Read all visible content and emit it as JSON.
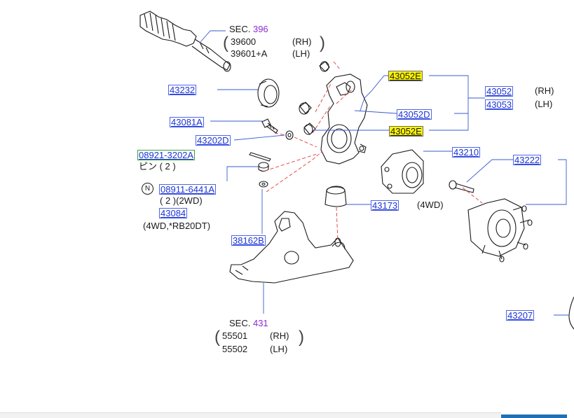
{
  "colors": {
    "part_link": "#1d33d6",
    "highlight": "#fff600",
    "sec_number": "#8e2bd1",
    "leader": "#3a5bd0",
    "dashed_leader": "#e23b3b"
  },
  "labels": {
    "sec396": {
      "prefix": "SEC.",
      "num": "396",
      "line1_part": "39600",
      "line1_side": "(RH)",
      "line2_part": "39601+A",
      "line2_side": "(LH)"
    },
    "sec431": {
      "prefix": "SEC.",
      "num": "431",
      "line1_part": "55501",
      "line1_side": "(RH)",
      "line2_part": "55502",
      "line2_side": "(LH)"
    },
    "pin_text": "ピン ( 2 )",
    "nut_qty": "( 2 )(2WD)",
    "nut_symbol": "N",
    "note_4wd_rb": "(4WD,*RB20DT)",
    "note_4wd": "(4WD)",
    "rh": "(RH)",
    "lh": "(LH)"
  },
  "parts": {
    "p43052E_top": "43052E",
    "p43052E_bottom": "43052E",
    "p43052D": "43052D",
    "p43052": "43052",
    "p43053": "43053",
    "p43232": "43232",
    "p43081A": "43081A",
    "p43202D": "43202D",
    "p08921": "08921-3202A",
    "p08911": "08911-6441A",
    "p43084": "43084",
    "p38162B": "38162B",
    "p43210": "43210",
    "p43222": "43222",
    "p43173": "43173",
    "p43207": "43207"
  }
}
